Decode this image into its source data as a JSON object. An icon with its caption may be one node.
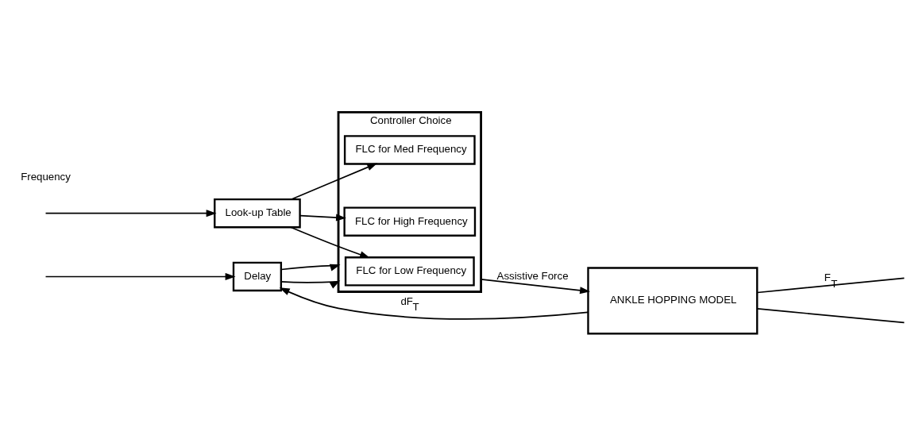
{
  "diagram": {
    "nodes": [
      {
        "text": [
          "Delay"
        ]
      },
      {
        "text": [
          "Look-up Table"
        ]
      },
      {
        "text": [
          "Controller Choice"
        ]
      },
      {
        "text": [
          "FLC for Low Frequency"
        ],
        "in": 2
      },
      {
        "text": [
          "FLC for Med Frequency"
        ],
        "in": 2
      },
      {
        "text": [
          "FLC for High Frequency"
        ],
        "in": 2
      },
      {
        "text": [
          "ANKLE HOPPING MODEL"
        ]
      }
    ],
    "edges": [
      {
        "from": null,
        "to": 0,
        "arrow": "to"
      },
      {
        "from": 6,
        "to": 0,
        "arrow": "to",
        "label": "dF$_{T}$"
      },
      {
        "from": 0,
        "to": 2,
        "arrow": "to"
      },
      {
        "from": 0,
        "to": 2,
        "arrow": "to"
      },
      {
        "from": 1,
        "to": 3,
        "arrow": "to"
      },
      {
        "from": 1,
        "to": 4,
        "arrow": "to"
      },
      {
        "from": 1,
        "to": 5,
        "arrow": "to"
      },
      {
        "from": null,
        "to": 1,
        "arrow": "to"
      },
      {
        "from": 2,
        "to": 6,
        "arrow": "to",
        "label": "Assistive Force"
      },
      {
        "from": 6,
        "to": null,
        "arrow": "none",
        "label": "F$_{T}$"
      },
      {
        "from": 6,
        "to": null,
        "arrow": "none"
      }
    ],
    "labels": [
      "Frequency"
    ]
  }
}
